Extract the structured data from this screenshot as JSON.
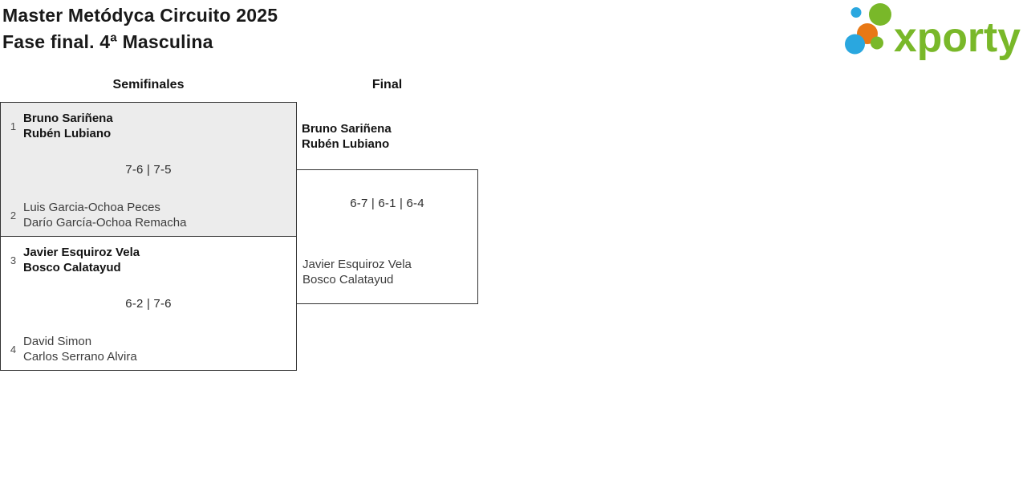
{
  "header": {
    "title_line1": "Master Metódyca Circuito 2025",
    "title_line2": "Fase final. 4ª Masculina"
  },
  "logo": {
    "text": "xporty",
    "colors": {
      "green": "#79b829",
      "blue": "#2aa7df",
      "orange": "#e87815"
    }
  },
  "rounds": [
    {
      "label": "Semifinales"
    },
    {
      "label": "Final"
    }
  ],
  "matches": {
    "semifinal_1": {
      "top": {
        "seed": "1",
        "line1": "Bruno Sariñena",
        "line2": "Rubén Lubiano",
        "winner": true
      },
      "score": "7-6 | 7-5",
      "bottom": {
        "seed": "2",
        "line1": "Luis Garcia-Ochoa Peces",
        "line2": "Darío García-Ochoa Remacha",
        "winner": false
      }
    },
    "semifinal_2": {
      "top": {
        "seed": "3",
        "line1": "Javier Esquiroz Vela",
        "line2": "Bosco Calatayud",
        "winner": true
      },
      "score": "6-2 | 7-6",
      "bottom": {
        "seed": "4",
        "line1": "David Simon",
        "line2": "Carlos Serrano Alvira",
        "winner": false
      }
    },
    "final": {
      "top": {
        "line1": "Bruno Sariñena",
        "line2": "Rubén Lubiano",
        "winner": true
      },
      "score": "6-7 | 6-1 | 6-4",
      "bottom": {
        "line1": "Javier Esquiroz Vela",
        "line2": "Bosco Calatayud",
        "winner": false
      }
    }
  }
}
